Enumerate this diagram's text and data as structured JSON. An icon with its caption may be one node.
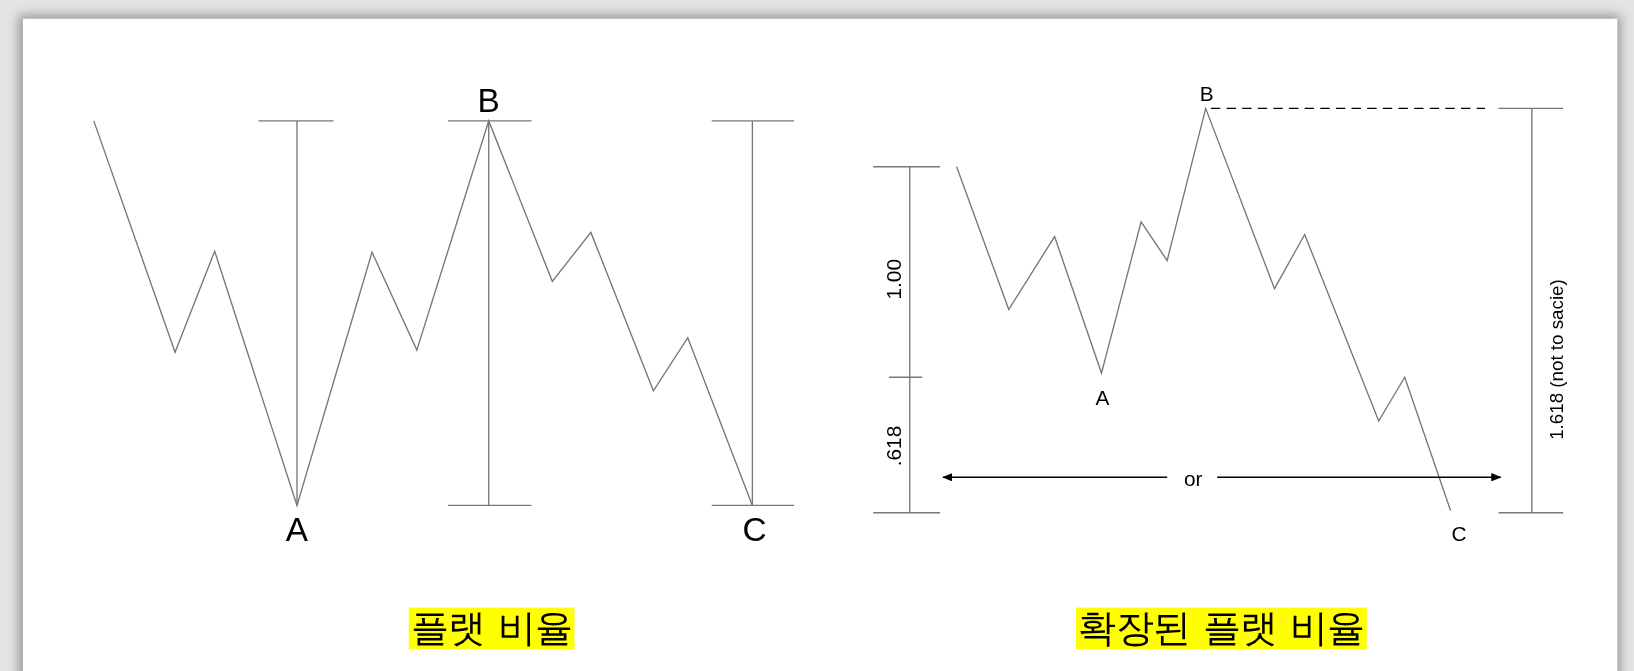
{
  "diagram": {
    "labels": [
      "B",
      "A",
      "C",
      "플랫 비율",
      "B",
      "1.00",
      "A",
      ".618",
      "or",
      "1.618 (not to sacie)",
      "C",
      "확장된 플랫 비율"
    ]
  }
}
